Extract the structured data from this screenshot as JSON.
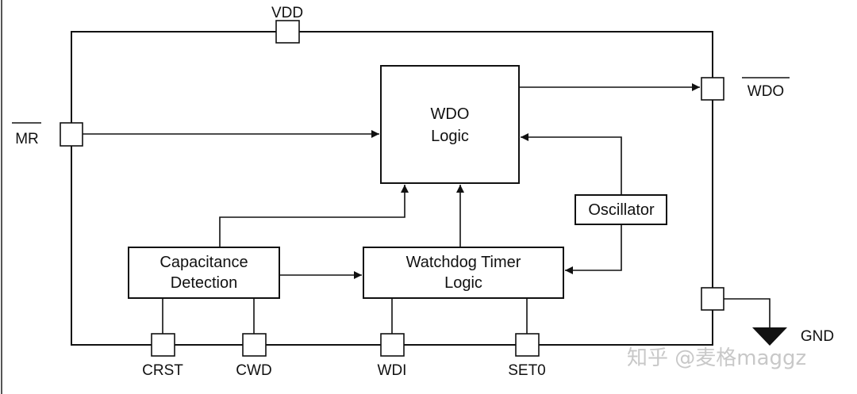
{
  "pins": {
    "vdd": "VDD",
    "mr": "MR",
    "wdo": "WDO",
    "gnd": "GND",
    "crst": "CRST",
    "cwd": "CWD",
    "wdi": "WDI",
    "set0": "SET0"
  },
  "blocks": {
    "wdo_logic": [
      "WDO",
      "Logic"
    ],
    "oscillator": "Oscillator",
    "capacitance_detection": [
      "Capacitance",
      "Detection"
    ],
    "watchdog_timer": [
      "Watchdog Timer",
      "Logic"
    ]
  },
  "watermark": "知乎 @麦格maggz",
  "colors": {
    "line": "#111111",
    "watermark": "#c8c8c8"
  }
}
